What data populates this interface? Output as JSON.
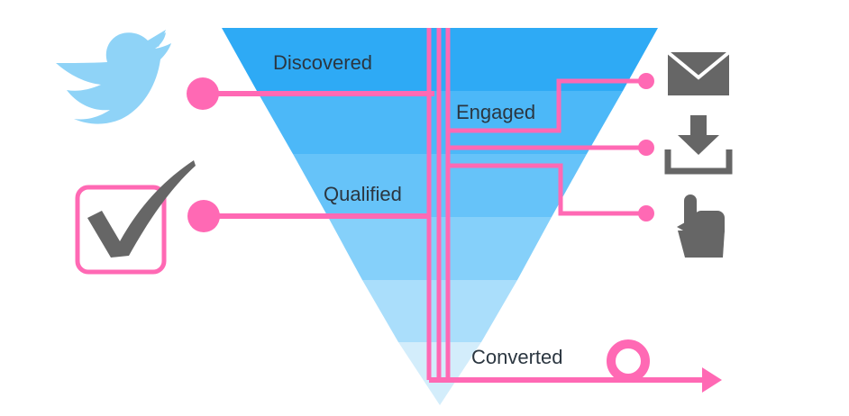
{
  "stages": {
    "discovered": "Discovered",
    "engaged": "Engaged",
    "qualified": "Qualified",
    "converted": "Converted"
  },
  "icons": {
    "left": [
      "twitter-bird-icon",
      "checkbox-checkmark-icon"
    ],
    "right": [
      "envelope-icon",
      "download-icon",
      "hand-pointer-icon"
    ],
    "end": "loop-arrow-icon"
  },
  "colors": {
    "connector": "#ff69b4",
    "funnel_top": "#2eaaf5",
    "funnel_bottom": "#d3edfb",
    "twitter": "#8fd3f7",
    "icon_gray": "#666666",
    "label_text": "#2b3640"
  }
}
